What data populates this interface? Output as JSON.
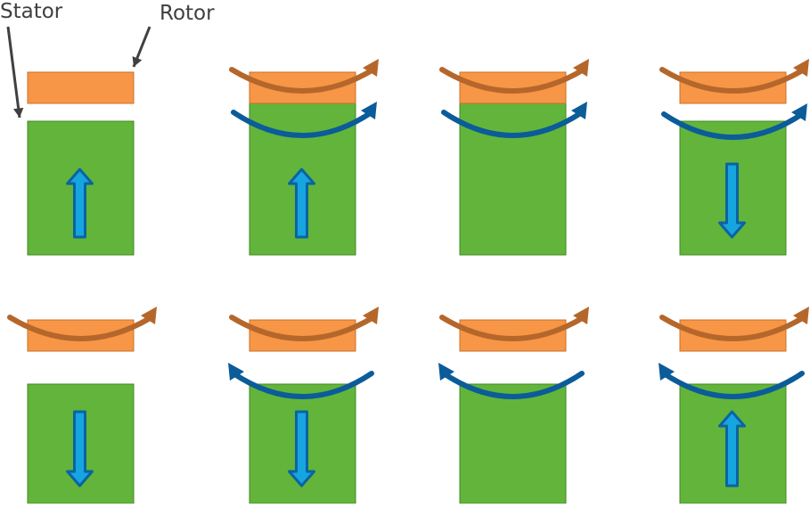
{
  "labels": {
    "stator": "Stator",
    "rotor": "Rotor"
  },
  "colors": {
    "stator_fill": "#62b53a",
    "stator_edge": "#3f8a23",
    "rotor_fill": "#f79646",
    "rotor_edge": "#c8702a",
    "rotor_arrow": "#b5672b",
    "stator_arrow": "#0b5c99",
    "field_arrow_fill": "#17a5e0",
    "field_arrow_edge": "#0b63a3",
    "pointer": "#404040"
  },
  "panels": [
    {
      "row": 1,
      "col": 1,
      "rotor_arrow": false,
      "stator_arrow": false,
      "field": "up"
    },
    {
      "row": 1,
      "col": 2,
      "rotor_arrow": "right",
      "stator_arrow": "right",
      "field": "up"
    },
    {
      "row": 1,
      "col": 3,
      "rotor_arrow": "right",
      "stator_arrow": "right",
      "field": "none"
    },
    {
      "row": 1,
      "col": 4,
      "rotor_arrow": "right",
      "stator_arrow": "right",
      "field": "down"
    },
    {
      "row": 2,
      "col": 1,
      "rotor_arrow": "right",
      "stator_arrow": false,
      "field": "down"
    },
    {
      "row": 2,
      "col": 2,
      "rotor_arrow": "right",
      "stator_arrow": "left",
      "field": "down"
    },
    {
      "row": 2,
      "col": 3,
      "rotor_arrow": "right",
      "stator_arrow": "left",
      "field": "none"
    },
    {
      "row": 2,
      "col": 4,
      "rotor_arrow": "right",
      "stator_arrow": "left",
      "field": "up"
    }
  ]
}
